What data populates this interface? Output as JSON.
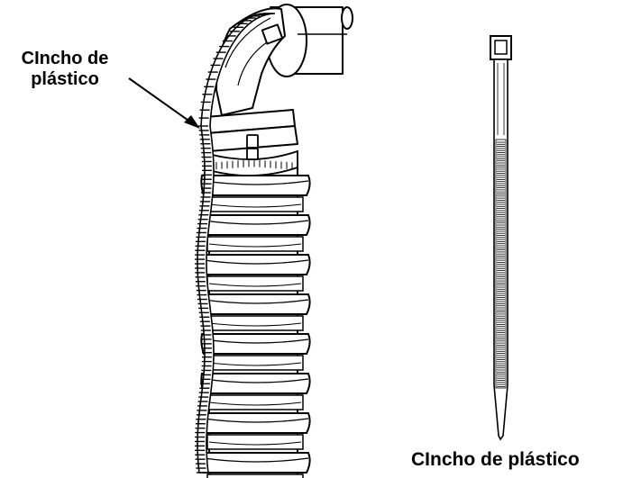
{
  "labels": {
    "left_line1": "CIncho de",
    "left_line2": "plástico",
    "bottom_right": "CIncho de plástico"
  },
  "colors": {
    "ink": "#000000",
    "fill": "#ffffff"
  }
}
